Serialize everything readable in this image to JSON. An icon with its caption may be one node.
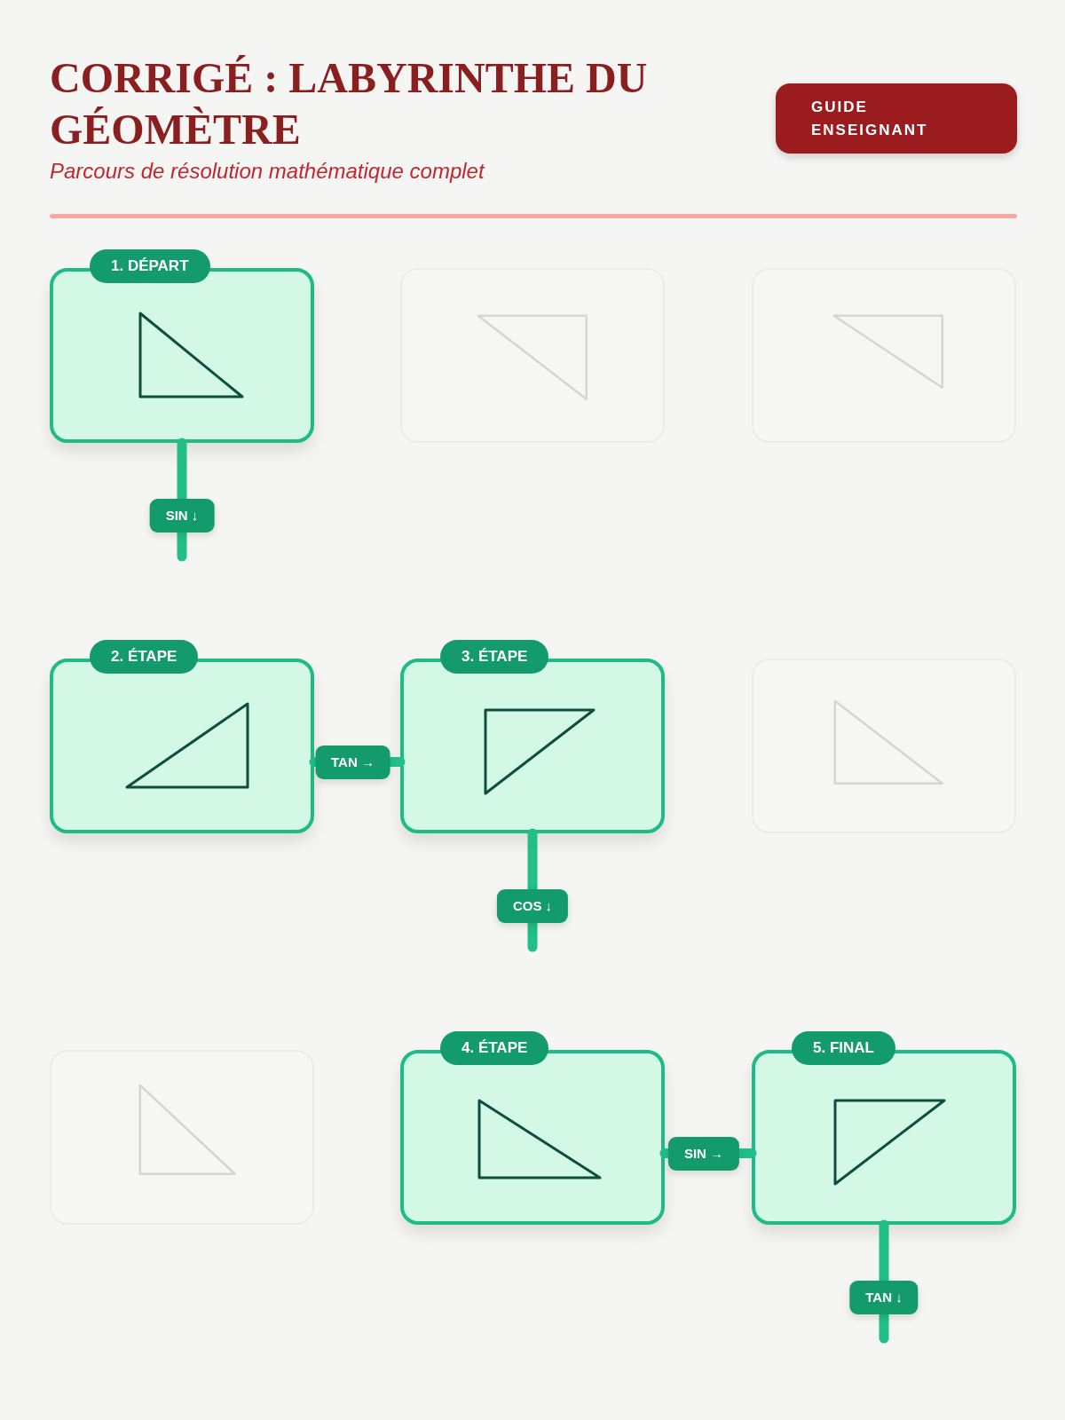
{
  "diagram": {
    "title": "CORRIGÉ : LABYRINTHE DU GÉOMÈTRE",
    "nodes": [
      {
        "text": [
          "GUIDE ENSEIGNANT"
        ]
      },
      {
        "text": [
          "1. DÉPART"
        ]
      },
      {
        "text": [],
        "shape": "box"
      },
      {
        "text": [],
        "shape": "box"
      },
      {
        "text": [
          "2. ÉTAPE"
        ]
      },
      {
        "text": [
          "3. ÉTAPE"
        ]
      },
      {
        "text": [],
        "shape": "box"
      },
      {
        "text": [],
        "shape": "box"
      },
      {
        "text": [
          "4. ÉTAPE"
        ]
      },
      {
        "text": [
          "5. FINAL"
        ]
      }
    ],
    "edges": [
      {
        "from": 1,
        "to": null,
        "arrow": "none",
        "label": "SIN ↓"
      },
      {
        "from": 4,
        "to": 5,
        "arrow": "none",
        "label": "TAN →"
      },
      {
        "from": 5,
        "to": null,
        "arrow": "none",
        "label": "COS ↓"
      },
      {
        "from": 8,
        "to": 9,
        "arrow": "none",
        "label": "SIN →"
      },
      {
        "from": 9,
        "to": null,
        "arrow": "none",
        "label": "TAN ↓"
      }
    ],
    "labels": [
      "Parcours de résolution mathématique complet"
    ]
  }
}
